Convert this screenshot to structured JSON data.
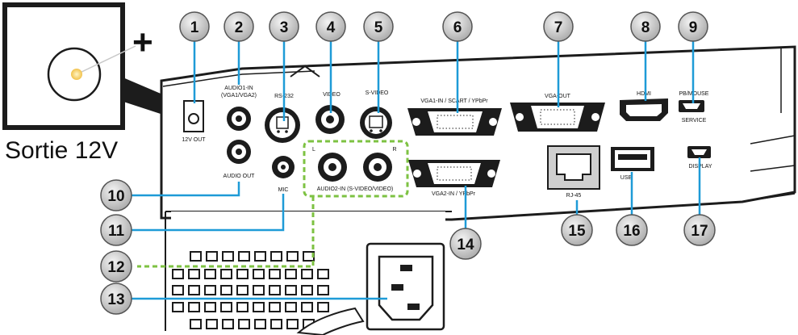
{
  "title": "Sortie 12V",
  "plus_symbol": "+",
  "callouts": [
    "1",
    "2",
    "3",
    "4",
    "5",
    "6",
    "7",
    "8",
    "9",
    "10",
    "11",
    "12",
    "13",
    "14",
    "15",
    "16",
    "17"
  ],
  "port_labels": {
    "twelve_v_out": "12V OUT",
    "audio1_in": "AUDIO1-IN",
    "audio1_in_sub": "(VGA1/VGA2)",
    "rs232": "RS-232",
    "video": "VIDEO",
    "svideo": "S-VIDEO",
    "vga1_in": "VGA1-IN / SCART / YPbPr",
    "vga_out": "VGA-OUT",
    "hdmi": "HDMI",
    "pb_mouse": "PB/MOUSE",
    "service": "SERVICE",
    "audio_out": "AUDIO OUT",
    "mic": "MIC",
    "audio2_l": "L",
    "audio2_r": "R",
    "audio2_in": "AUDIO2-IN (S-VIDEO/VIDEO)",
    "vga2_in": "VGA2-IN / YPbPr",
    "rj45": "RJ-45",
    "usb": "USB",
    "display": "DISPLAY"
  },
  "colors": {
    "callout_line": "#1e9bd7",
    "callout_fill": "#d9d9d9",
    "highlight_dash": "#7dc242",
    "panel": "#1c1c1c",
    "dc_dot": "#f2c94c"
  }
}
